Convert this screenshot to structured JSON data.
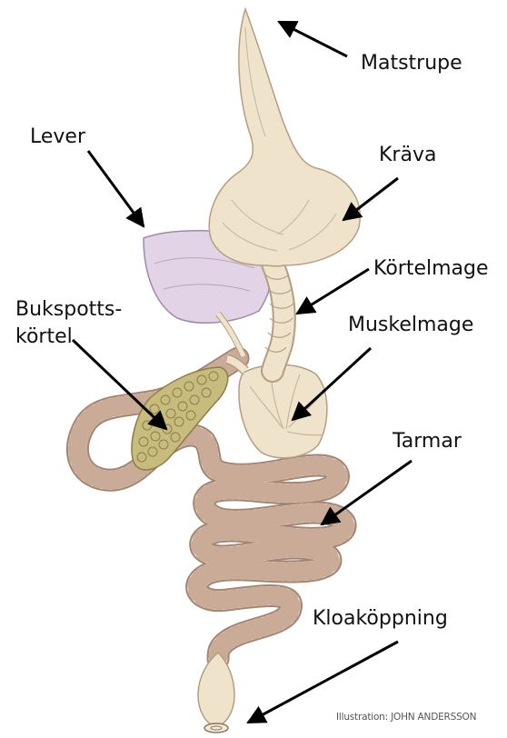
{
  "labels": {
    "matstrupe": "Matstrupe",
    "lever": "Lever",
    "krava": "Kräva",
    "kortelmage": "Körtelmage",
    "bukspottskortel_line1": "Bukspotts-",
    "bukspottskortel_line2": "körtel",
    "muskelmage": "Muskelmage",
    "tarmar": "Tarmar",
    "kloakoppning": "Kloaköppning"
  },
  "credit": "Illustration: JOHN ANDERSSON",
  "colors": {
    "organ_tan": "#efe3cc",
    "organ_outline": "#b49e80",
    "liver_lilac": "#e2d4e6",
    "pancreas_olive": "#c8bb7e",
    "intestine_pink": "#f2e0d6",
    "arrow": "#000000"
  }
}
